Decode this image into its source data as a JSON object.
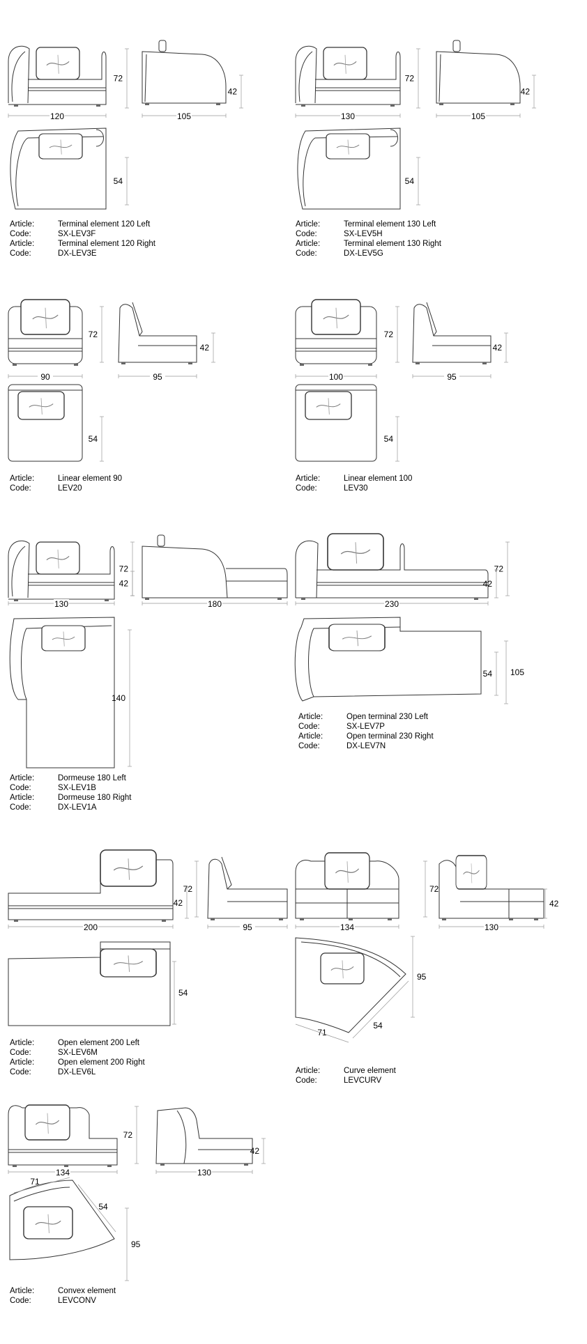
{
  "products": [
    {
      "id": "terminal-120",
      "dims": [
        "72",
        "42",
        "120",
        "105",
        "54"
      ],
      "caption": [
        {
          "label": "Article:",
          "value": "Terminal element 120 Left"
        },
        {
          "label": "Code:",
          "value": "SX-LEV3F"
        },
        {
          "label": "Article:",
          "value": "Terminal element 120 Right"
        },
        {
          "label": "Code:",
          "value": "DX-LEV3E"
        }
      ]
    },
    {
      "id": "terminal-130",
      "dims": [
        "72",
        "42",
        "130",
        "105",
        "54"
      ],
      "caption": [
        {
          "label": "Article:",
          "value": "Terminal element 130 Left"
        },
        {
          "label": "Code:",
          "value": "SX-LEV5H"
        },
        {
          "label": "Article:",
          "value": "Terminal element 130 Right"
        },
        {
          "label": "Code:",
          "value": "DX-LEV5G"
        }
      ]
    },
    {
      "id": "linear-90",
      "dims": [
        "72",
        "42",
        "90",
        "95",
        "54"
      ],
      "caption": [
        {
          "label": "Article:",
          "value": "Linear element 90"
        },
        {
          "label": "Code:",
          "value": "LEV20"
        }
      ]
    },
    {
      "id": "linear-100",
      "dims": [
        "72",
        "42",
        "100",
        "95",
        "54"
      ],
      "caption": [
        {
          "label": "Article:",
          "value": "Linear element 100"
        },
        {
          "label": "Code:",
          "value": "LEV30"
        }
      ]
    },
    {
      "id": "dormeuse-180",
      "dims": [
        "72",
        "42",
        "130",
        "180",
        "140"
      ],
      "caption": [
        {
          "label": "Article:",
          "value": "Dormeuse 180 Left"
        },
        {
          "label": "Code:",
          "value": "SX-LEV1B"
        },
        {
          "label": "Article:",
          "value": "Dormeuse 180 Right"
        },
        {
          "label": "Code:",
          "value": "DX-LEV1A"
        }
      ]
    },
    {
      "id": "open-terminal-230",
      "dims": [
        "72",
        "42",
        "230",
        "105",
        "54"
      ],
      "caption": [
        {
          "label": "Article:",
          "value": "Open terminal 230 Left"
        },
        {
          "label": "Code:",
          "value": "SX-LEV7P"
        },
        {
          "label": "Article:",
          "value": "Open terminal 230 Right"
        },
        {
          "label": "Code:",
          "value": "DX-LEV7N"
        }
      ]
    },
    {
      "id": "open-200",
      "dims": [
        "72",
        "42",
        "200",
        "95",
        "54"
      ],
      "caption": [
        {
          "label": "Article:",
          "value": "Open element 200 Left"
        },
        {
          "label": "Code:",
          "value": "SX-LEV6M"
        },
        {
          "label": "Article:",
          "value": "Open element 200 Right"
        },
        {
          "label": "Code:",
          "value": "DX-LEV6L"
        }
      ]
    },
    {
      "id": "curve",
      "dims": [
        "72",
        "42",
        "134",
        "130",
        "95",
        "71",
        "54"
      ],
      "caption": [
        {
          "label": "Article:",
          "value": "Curve element"
        },
        {
          "label": "Code:",
          "value": "LEVCURV"
        }
      ]
    },
    {
      "id": "convex",
      "dims": [
        "72",
        "42",
        "134",
        "130",
        "71",
        "54",
        "95"
      ],
      "caption": [
        {
          "label": "Article:",
          "value": "Convex element"
        },
        {
          "label": "Code:",
          "value": "LEVCONV"
        }
      ]
    }
  ]
}
